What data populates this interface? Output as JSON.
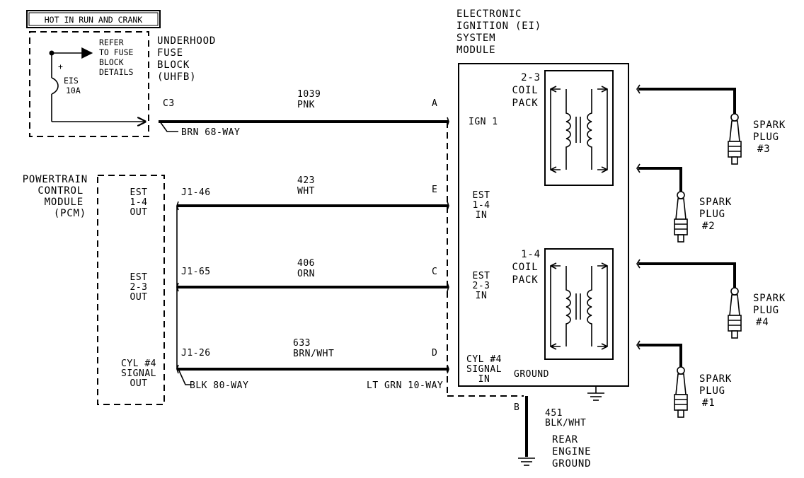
{
  "hot_banner": "HOT IN RUN AND CRANK",
  "uhfb": {
    "name": [
      "UNDERHOOD",
      "FUSE",
      "BLOCK",
      "(UHFB)"
    ],
    "refer": [
      "REFER",
      "TO FUSE",
      "BLOCK",
      "DETAILS"
    ],
    "fuse": [
      "EIS",
      "10A"
    ],
    "plus": "+",
    "connector": "C3",
    "connector_type": "BRN 68-WAY"
  },
  "pcm": {
    "name": [
      "POWERTRAIN",
      "CONTROL",
      "MODULE",
      "(PCM)"
    ],
    "est14": [
      "EST",
      "1-4",
      "OUT"
    ],
    "est23": [
      "EST",
      "2-3",
      "OUT"
    ],
    "cyl4": [
      "CYL #4",
      "SIGNAL",
      "OUT"
    ],
    "connector_type": "BLK 80-WAY"
  },
  "wires": [
    {
      "pin": "C3",
      "circuit": "1039",
      "color": "PNK",
      "letter": "A"
    },
    {
      "pin": "J1-46",
      "circuit": "423",
      "color": "WHT",
      "letter": "E"
    },
    {
      "pin": "J1-65",
      "circuit": "406",
      "color": "ORN",
      "letter": "C"
    },
    {
      "pin": "J1-26",
      "circuit": "633",
      "color": "BRN/WHT",
      "letter": "D"
    }
  ],
  "ei_module": {
    "name": [
      "ELECTRONIC",
      "IGNITION (EI)",
      "SYSTEM",
      "MODULE"
    ],
    "ign1": "IGN 1",
    "est14_in": [
      "EST",
      "1-4",
      "IN"
    ],
    "est23_in": [
      "EST",
      "2-3",
      "IN"
    ],
    "cyl4_in": [
      "CYL #4",
      "SIGNAL",
      "IN"
    ],
    "ground": "GROUND",
    "connector_type": "LT GRN 10-WAY",
    "coil_23": [
      "2-3",
      "COIL",
      "PACK"
    ],
    "coil_14": [
      "1-4",
      "COIL",
      "PACK"
    ]
  },
  "ground_wire": {
    "letter": "B",
    "circuit": "451",
    "color": "BLK/WHT"
  },
  "rear_ground": [
    "REAR",
    "ENGINE",
    "GROUND"
  ],
  "spark_plugs": [
    {
      "label": [
        "SPARK",
        "PLUG",
        "#3"
      ]
    },
    {
      "label": [
        "SPARK",
        "PLUG",
        "#2"
      ]
    },
    {
      "label": [
        "SPARK",
        "PLUG",
        "#4"
      ]
    },
    {
      "label": [
        "SPARK",
        "PLUG",
        "#1"
      ]
    }
  ]
}
